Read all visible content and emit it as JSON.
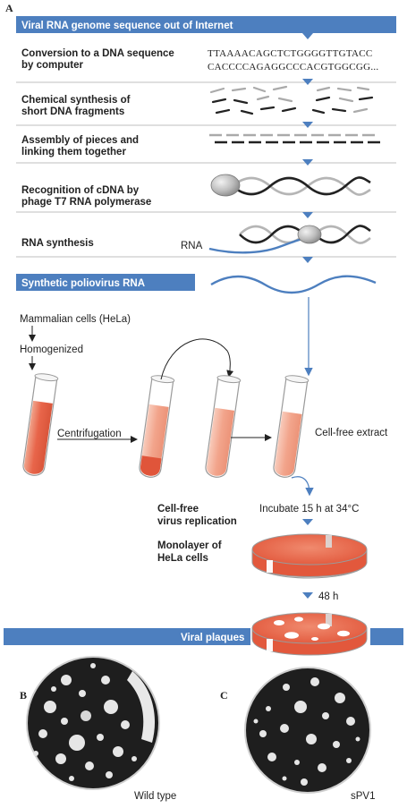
{
  "panel_labels": {
    "a": "A",
    "b": "B",
    "c": "C"
  },
  "header": {
    "title": "Viral RNA genome sequence out of Internet"
  },
  "steps": [
    {
      "line1": "Conversion to a DNA sequence",
      "line2": "by computer"
    },
    {
      "line1": "Chemical synthesis of",
      "line2": "short DNA fragments"
    },
    {
      "line1": "Assembly of pieces and",
      "line2": "linking them together"
    },
    {
      "line1": "Recognition of cDNA by",
      "line2": "phage T7 RNA polymerase"
    },
    {
      "line1": "RNA synthesis",
      "line2": ""
    }
  ],
  "sequence": {
    "line1": "TTAAAACAGCTCTGGGGTTGTACC",
    "line2": "CACCCCAGAGGCCCACGTGGCGG..."
  },
  "rna_label": "RNA",
  "synthetic_bar": {
    "title": "Synthetic poliovirus RNA"
  },
  "cells": {
    "mammalian": "Mammalian cells (HeLa)",
    "homogenized": "Homogenized"
  },
  "centrifugation": "Centrifugation",
  "cell_free_extract": "Cell-free extract",
  "replication": {
    "line1": "Cell-free",
    "line2": "virus replication",
    "incubate": "Incubate 15 h at 34°C"
  },
  "monolayer": {
    "line1": "Monolayer of",
    "line2": "HeLa cells"
  },
  "time_48h": "48 h",
  "plaques_bar": {
    "title": "Viral plaques"
  },
  "panel_b_caption": "Wild type",
  "panel_c_caption": "sPV1",
  "colors": {
    "bar_blue": "#4d7fbf",
    "rule_gray": "#bfbfbf",
    "tube_red": "#e8654a",
    "tube_light": "#f4b7a4",
    "dish_red": "#e8694d",
    "dna_dark": "#222222",
    "dna_light": "#b5b5b5",
    "arrow_blue": "#4d7fbf"
  }
}
